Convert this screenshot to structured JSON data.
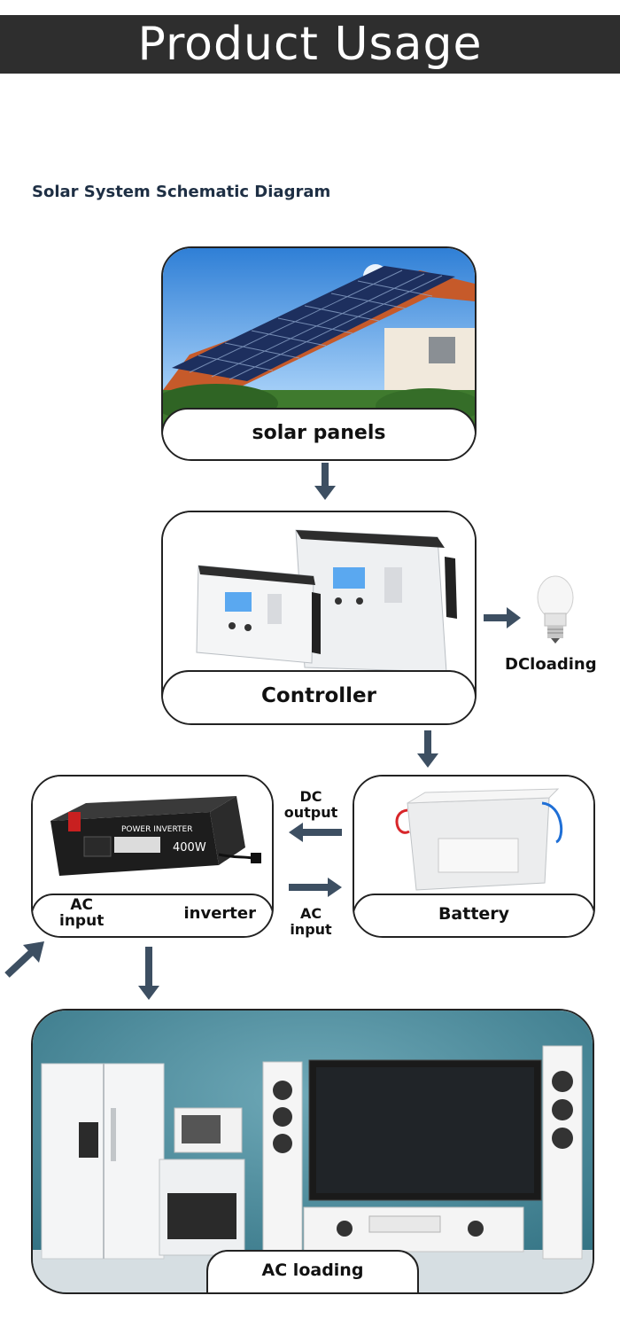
{
  "header": {
    "title": "Product Usage"
  },
  "subtitle": "Solar System Schematic Diagram",
  "nodes": {
    "solar": {
      "label": "solar panels"
    },
    "controller": {
      "label": "Controller"
    },
    "dc_load": {
      "label": "DCloading"
    },
    "inverter": {
      "label": "inverter",
      "ac_input": "AC\ninput",
      "brand_text": "POWER INVERTER",
      "watt_text": "400W"
    },
    "battery": {
      "label": "Battery"
    },
    "ac_load": {
      "label": "AC loading"
    }
  },
  "flows": {
    "dc_output": "DC\noutput",
    "ac_input": "AC\ninput"
  },
  "colors": {
    "banner": "#2e2e2e",
    "arrow": "#3d4f62",
    "subtitle": "#1e2f44"
  }
}
